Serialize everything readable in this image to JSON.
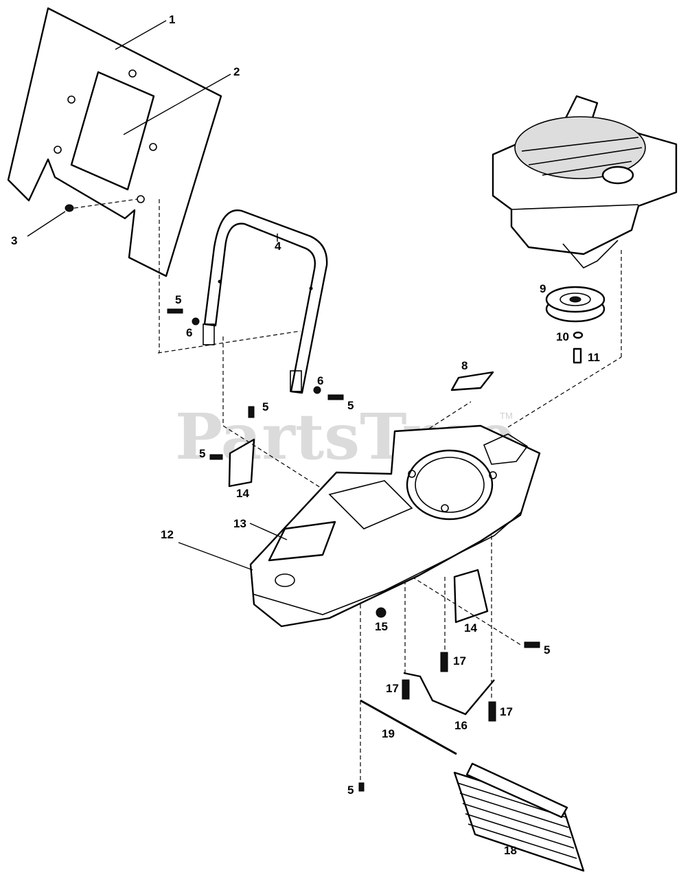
{
  "watermark": {
    "text": "PartsTree",
    "trademark": "TM"
  },
  "callouts": {
    "c1": "1",
    "c2": "2",
    "c3": "3",
    "c4": "4",
    "c5a": "5",
    "c5b": "5",
    "c5c": "5",
    "c5d": "5",
    "c5e": "5",
    "c5f": "5",
    "c6a": "6",
    "c6b": "6",
    "c7": "8",
    "c9": "9",
    "c10": "10",
    "c11": "11",
    "c12": "12",
    "c13": "13",
    "c14a": "14",
    "c14b": "14",
    "c15": "15",
    "c16": "16",
    "c17a": "17",
    "c17b": "17",
    "c17c": "17",
    "c18": "18",
    "c19": "19"
  },
  "colors": {
    "line": "#000000",
    "watermark": "#cfcfcf",
    "background": "#ffffff"
  }
}
